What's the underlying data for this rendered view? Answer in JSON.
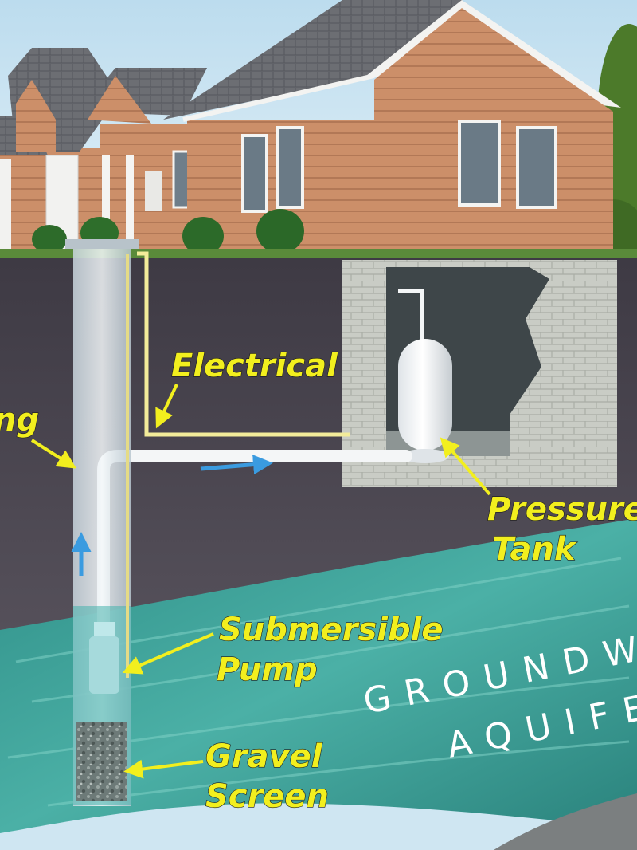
{
  "labels": {
    "electrical": "Electrical",
    "casing": "ng",
    "pressure_line1": "Pressure",
    "pressure_line2": "Tank",
    "pump_line1": "Submersible",
    "pump_line2": "Pump",
    "gravel_line1": "Gravel",
    "gravel_line2": "Screen",
    "aquifer_line1": "GROUNDWAT",
    "aquifer_line2": "AQUIFER"
  },
  "colors": {
    "label_text": "#f2ef1e",
    "arrow": "#f2ef1e",
    "flow_arrow": "#3a9be0",
    "siding": "#c98c66",
    "soil": "#4a4550",
    "groundwater": "#3a9e96",
    "foundation": "#c8cbc4"
  }
}
